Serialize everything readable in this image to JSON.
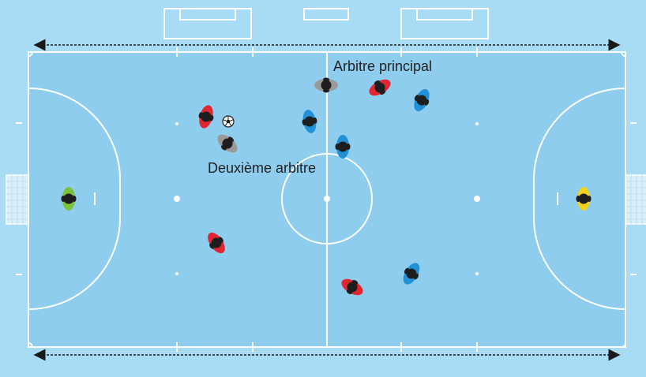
{
  "labels": {
    "main_referee": "Arbitre principal",
    "second_referee": "Deuxième arbitre"
  },
  "colors": {
    "surround": "#a8dcf5",
    "pitch": "#8ecdee",
    "lines": "#ffffff",
    "arrow": "#1a1a1a",
    "red_team": "#e02630",
    "blue_team": "#2190d6",
    "referee": "#9a9a9a",
    "goalkeeper_left": "#7cc23b",
    "goalkeeper_right": "#f2d21b",
    "player_head": "#1e1e1e"
  },
  "players": [
    {
      "team": "red",
      "role": "player"
    },
    {
      "team": "red",
      "role": "player"
    },
    {
      "team": "red",
      "role": "player"
    },
    {
      "team": "red",
      "role": "player"
    },
    {
      "team": "blue",
      "role": "player"
    },
    {
      "team": "blue",
      "role": "player"
    },
    {
      "team": "blue",
      "role": "player"
    },
    {
      "team": "blue",
      "role": "player"
    },
    {
      "team": "referee",
      "role": "main-referee"
    },
    {
      "team": "referee",
      "role": "second-referee"
    },
    {
      "team": "green",
      "role": "goalkeeper"
    },
    {
      "team": "yellow",
      "role": "goalkeeper"
    }
  ],
  "icons": [
    "soccer-ball-icon",
    "double-arrow-icon"
  ]
}
